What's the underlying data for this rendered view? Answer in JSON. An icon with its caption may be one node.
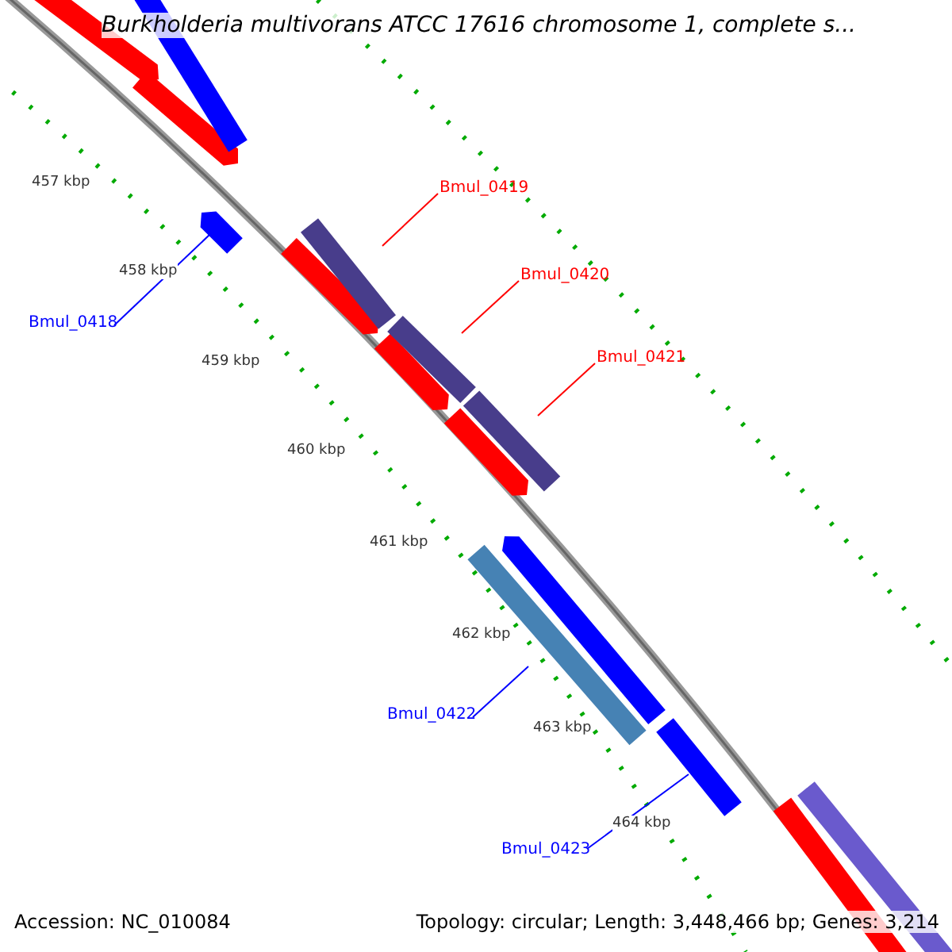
{
  "diagram": {
    "title": "Burkholderia multivorans ATCC 17616 chromosome 1, complete s...",
    "nodes": [
      {
        "text": [
          "Bmul_0419"
        ]
      },
      {
        "text": [
          "Bmul_0420"
        ]
      },
      {
        "text": [
          "Bmul_0418"
        ]
      },
      {
        "text": [
          "Bmul_0421"
        ]
      },
      {
        "text": [
          "Bmul_0422"
        ]
      },
      {
        "text": [
          "Bmul_0423"
        ]
      },
      {
        "text": [],
        "shape": "bar"
      },
      {
        "text": [],
        "shape": "bar"
      },
      {
        "text": [],
        "shape": "bar"
      },
      {
        "text": [],
        "shape": "bar"
      },
      {
        "text": [],
        "shape": "bar"
      },
      {
        "text": [],
        "shape": "bar"
      }
    ],
    "edges": [
      {
        "from": 0,
        "to": 7,
        "arrow": "none",
        "color": "#ff0000"
      },
      {
        "from": 1,
        "to": 8,
        "arrow": "none",
        "color": "#ff0000"
      },
      {
        "from": 2,
        "to": 6,
        "arrow": "none",
        "color": "#0000ff"
      },
      {
        "from": 3,
        "to": 9,
        "arrow": "none",
        "color": "#ff0000"
      },
      {
        "from": 4,
        "to": 10,
        "arrow": "none",
        "color": "#0000ff"
      },
      {
        "from": 5,
        "to": 11,
        "arrow": "none",
        "color": "#0000ff"
      }
    ],
    "labels": [
      "457 kbp",
      "458 kbp",
      "459 kbp",
      "460 kbp",
      "461 kbp",
      "462 kbp",
      "463 kbp",
      "464 kbp",
      "Accession: NC_010084",
      "Topology: circular; Length: 3,448,466 bp; Genes: 3,214"
    ]
  }
}
